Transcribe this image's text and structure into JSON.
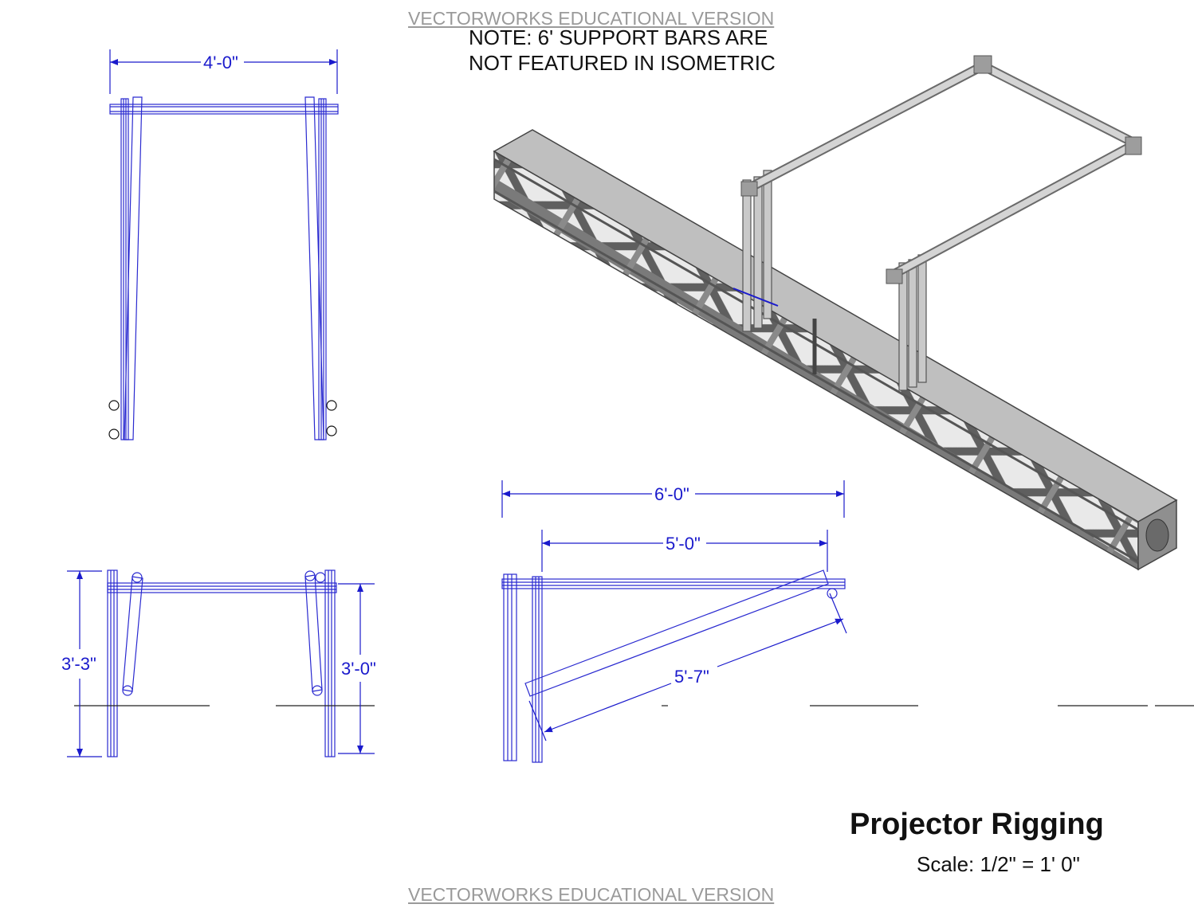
{
  "watermark": {
    "top": "VECTORWORKS EDUCATIONAL VERSION",
    "bottom": "VECTORWORKS EDUCATIONAL VERSION"
  },
  "note": {
    "line1": "NOTE: 6' SUPPORT BARS ARE",
    "line2": "NOT FEATURED IN ISOMETRIC"
  },
  "title_block": {
    "title": "Projector Rigging",
    "scale": "Scale: 1/2\" = 1' 0\""
  },
  "dimensions": {
    "top_width": "4'-0\"",
    "front_left_height": "3'-3\"",
    "front_right_height": "3'-0\"",
    "side_overall": "6'-0\"",
    "side_inner": "5'-0\"",
    "diagonal": "5'-7\""
  },
  "colors": {
    "dimension": "#1a1acc",
    "linework": "#2a2ad0",
    "truss": "#6e6e6e",
    "pipe": "#bdbdbd"
  }
}
